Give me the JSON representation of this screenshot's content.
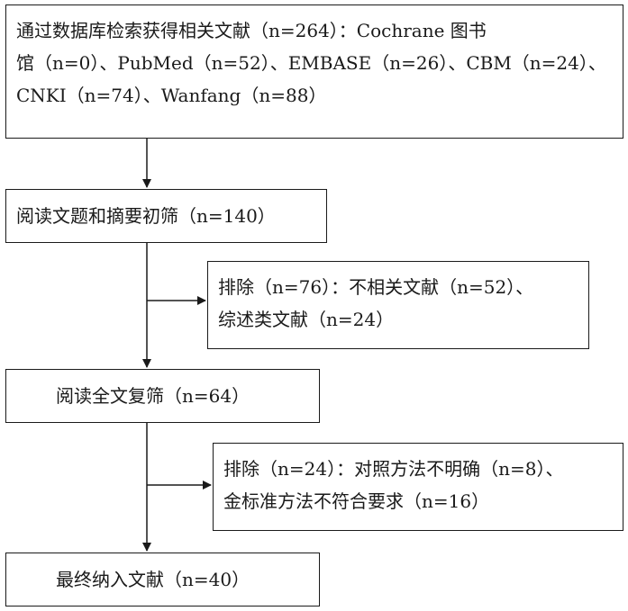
{
  "flowchart": {
    "search_box": {
      "lines": [
        "通过数据库检索获得相关文献（n=264）：Cochrane 图书",
        "馆（n=0）、PubMed（n=52）、EMBASE（n=26）、CBM（n=24）、",
        "CNKI（n=74）、Wanfang（n=88）"
      ]
    },
    "title_abstract_box": {
      "text": "阅读文题和摘要初筛（n=140）"
    },
    "exclusion_1_box": {
      "lines": [
        "排除（n=76）：不相关文献（n=52）、",
        "综述类文献（n=24）"
      ]
    },
    "fulltext_box": {
      "text": "阅读全文复筛（n=64）"
    },
    "exclusion_2_box": {
      "lines": [
        "排除（n=24）：对照方法不明确（n=8）、",
        "金标准方法不符合要求（n=16）"
      ]
    },
    "final_box": {
      "text": "最终纳入文献（n=40）"
    }
  }
}
